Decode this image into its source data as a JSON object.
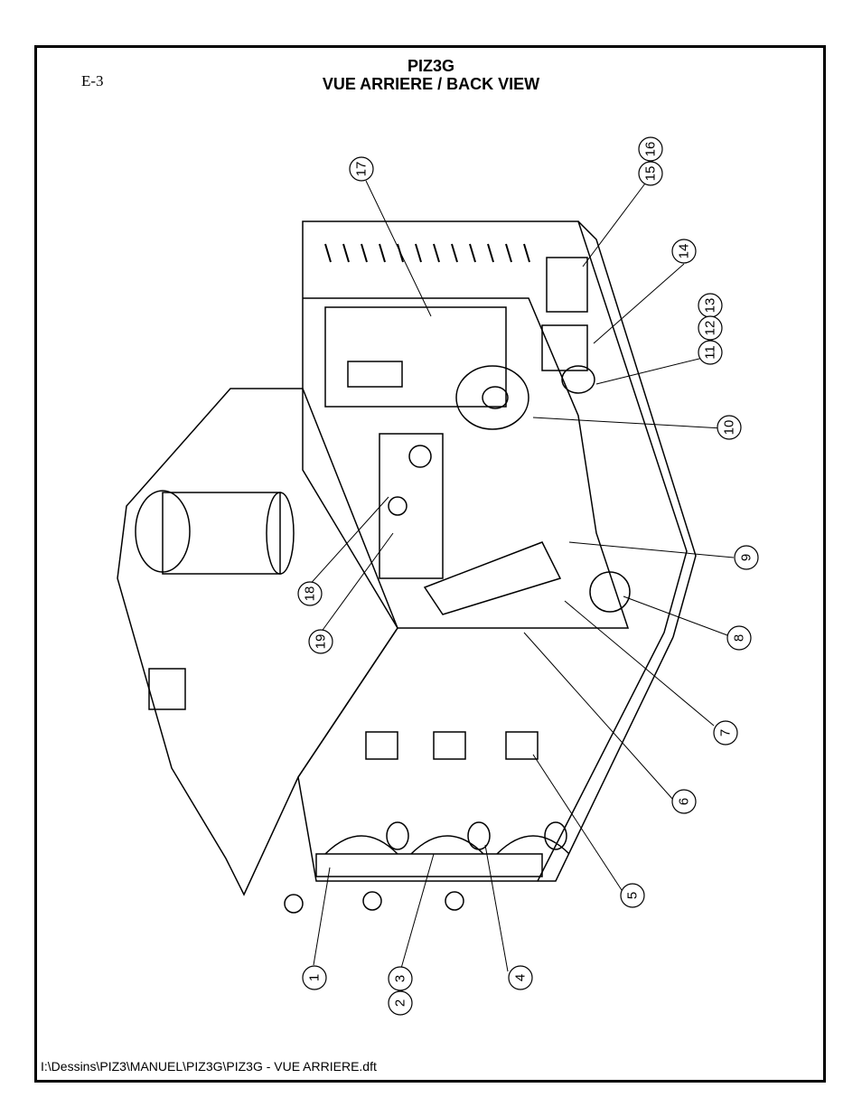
{
  "page_ref": "E-3",
  "title_line1": "PIZ3G",
  "title_line2": "VUE ARRIERE / BACK VIEW",
  "file_path": "I:\\Dessins\\PIZ3\\MANUEL\\PIZ3G\\PIZ3G - VUE ARRIERE.dft",
  "callouts": [
    "1",
    "2",
    "3",
    "4",
    "5",
    "6",
    "7",
    "8",
    "9",
    "10",
    "11",
    "12",
    "13",
    "14",
    "15",
    "16",
    "17",
    "18",
    "19"
  ]
}
